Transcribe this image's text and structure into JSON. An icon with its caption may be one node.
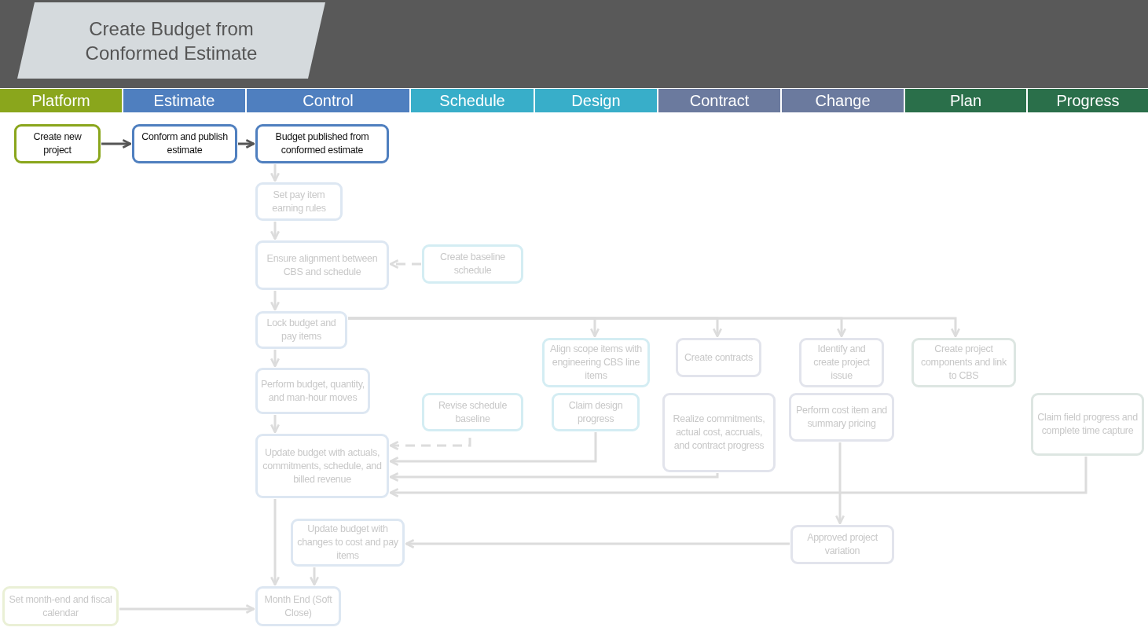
{
  "diagram": {
    "nodes": [
      {
        "text": [
          "Create Budget from Conformed Estimate"
        ]
      },
      {
        "text": [
          "Platform"
        ]
      },
      {
        "text": [
          "Estimate"
        ]
      },
      {
        "text": [
          "Control"
        ]
      },
      {
        "text": [
          "Schedule"
        ]
      },
      {
        "text": [
          "Design"
        ]
      },
      {
        "text": [
          "Contract"
        ]
      },
      {
        "text": [
          "Change"
        ]
      },
      {
        "text": [
          "Plan"
        ]
      },
      {
        "text": [
          "Progress"
        ]
      },
      {
        "text": [
          "Create new project"
        ]
      },
      {
        "text": [
          "Conform and publish estimate"
        ]
      },
      {
        "text": [
          "Budget published from conformed estimate"
        ]
      },
      {
        "text": [
          "Set pay item earning rules"
        ]
      },
      {
        "text": [
          "Ensure alignment between CBS and schedule"
        ]
      },
      {
        "text": [
          "Create baseline schedule"
        ]
      },
      {
        "text": [
          "Lock budget and pay items"
        ]
      },
      {
        "text": [
          "Align scope items with engineering CBS line items"
        ]
      },
      {
        "text": [
          "Create contracts"
        ]
      },
      {
        "text": [
          "Identify and create project issue"
        ]
      },
      {
        "text": [
          "Create project components and link to CBS"
        ]
      },
      {
        "text": [
          "Perform budget, quantity, and man-hour moves"
        ]
      },
      {
        "text": [
          "Revise schedule baseline"
        ]
      },
      {
        "text": [
          "Claim design progress"
        ]
      },
      {
        "text": [
          "Realize commitments, actual cost, accruals, and contract progress"
        ]
      },
      {
        "text": [
          "Perform cost item and summary pricing"
        ]
      },
      {
        "text": [
          "Claim field progress and complete time capture"
        ]
      },
      {
        "text": [
          "Update budget with actuals, commitments, schedule, and billed revenue"
        ]
      },
      {
        "text": [
          "Update budget with changes to cost and pay items"
        ]
      },
      {
        "text": [
          "Approved project variation"
        ]
      },
      {
        "text": [
          "Set month-end and fiscal calendar"
        ]
      },
      {
        "text": [
          "Month End (Soft Close)"
        ]
      }
    ],
    "edges": [
      {
        "from": 10,
        "to": 11,
        "arrow": "to",
        "color": "#555555"
      },
      {
        "from": 11,
        "to": 12,
        "arrow": "to",
        "color": "#555555"
      },
      {
        "from": 12,
        "to": 13,
        "arrow": "to"
      },
      {
        "from": 13,
        "to": 14,
        "arrow": "to"
      },
      {
        "from": 15,
        "to": 14,
        "arrow": "to",
        "style": "dashed"
      },
      {
        "from": 14,
        "to": 16,
        "arrow": "to"
      },
      {
        "from": 16,
        "to": 17,
        "arrow": "to"
      },
      {
        "from": 16,
        "to": 18,
        "arrow": "to"
      },
      {
        "from": 16,
        "to": 19,
        "arrow": "to"
      },
      {
        "from": 16,
        "to": 20,
        "arrow": "to"
      },
      {
        "from": 16,
        "to": 21,
        "arrow": "to"
      },
      {
        "from": 22,
        "to": 27,
        "arrow": "to",
        "style": "dashed"
      },
      {
        "from": 23,
        "to": 27,
        "arrow": "to"
      },
      {
        "from": 24,
        "to": 27,
        "arrow": "to"
      },
      {
        "from": 26,
        "to": 27,
        "arrow": "to"
      },
      {
        "from": 21,
        "to": 27,
        "arrow": "to"
      },
      {
        "from": 25,
        "to": 29,
        "arrow": "to"
      },
      {
        "from": 29,
        "to": 28,
        "arrow": "to"
      },
      {
        "from": 27,
        "to": 31,
        "arrow": "to"
      },
      {
        "from": 28,
        "to": 31,
        "arrow": "to"
      },
      {
        "from": 30,
        "to": 31,
        "arrow": "to"
      }
    ]
  }
}
